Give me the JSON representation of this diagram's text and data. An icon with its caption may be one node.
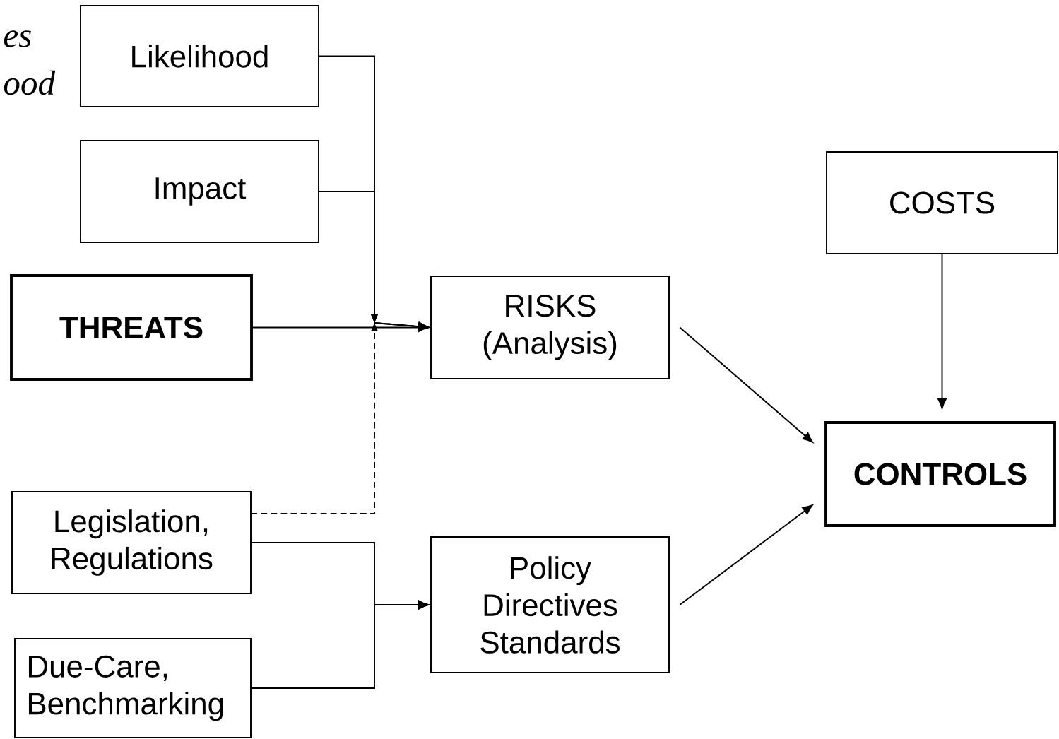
{
  "diagram": {
    "nodes": [
      {
        "text": [
          "Likelihood"
        ]
      },
      {
        "text": [
          "Impact"
        ]
      },
      {
        "text": [
          "THREATS"
        ]
      },
      {
        "text": [
          "RISKS (Analysis)"
        ]
      },
      {
        "text": [
          "COSTS"
        ]
      },
      {
        "text": [
          "CONTROLS"
        ]
      },
      {
        "text": [
          "Legislation, Regulations"
        ]
      },
      {
        "text": [
          "Policy Directives Standards"
        ]
      },
      {
        "text": [
          "Due-Care, Benchmarking"
        ]
      }
    ],
    "edges": [
      {
        "from": 0,
        "to": 3,
        "arrow": "to"
      },
      {
        "from": 1,
        "to": 3,
        "arrow": "to"
      },
      {
        "from": 2,
        "to": 3,
        "arrow": "to"
      },
      {
        "from": 6,
        "to": 3,
        "arrow": "to",
        "style": "dashed"
      },
      {
        "from": 3,
        "to": 5,
        "arrow": "to"
      },
      {
        "from": 4,
        "to": 5,
        "arrow": "to"
      },
      {
        "from": 6,
        "to": 7,
        "arrow": "to"
      },
      {
        "from": 8,
        "to": 7,
        "arrow": "to"
      },
      {
        "from": 7,
        "to": 5,
        "arrow": "to"
      }
    ],
    "labels": [
      "es",
      "ood"
    ]
  }
}
